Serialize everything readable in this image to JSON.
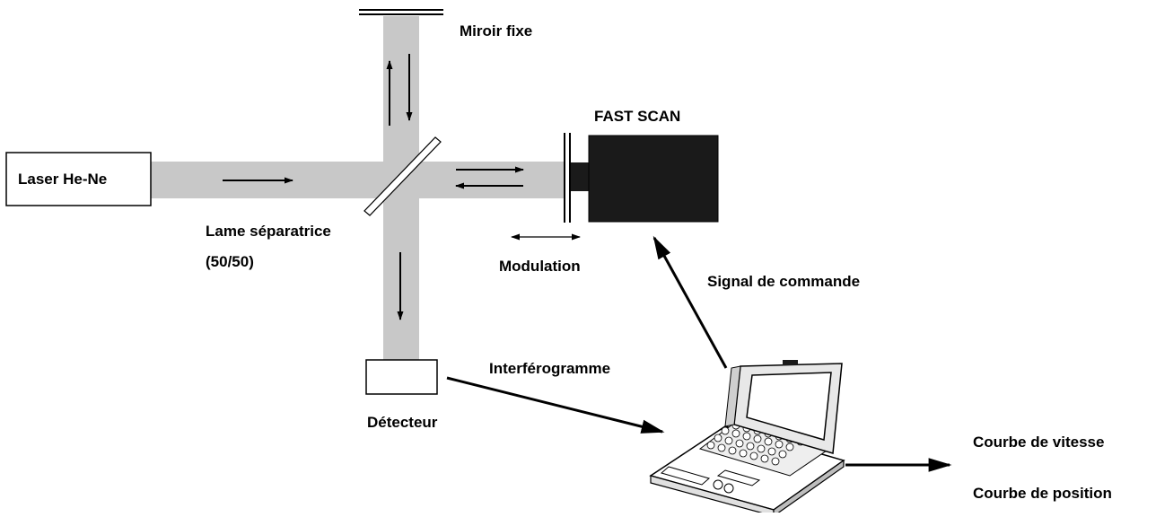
{
  "labels": {
    "laser": "Laser He-Ne",
    "fixed_mirror": "Miroir fixe",
    "fast_scan": "FAST SCAN",
    "beamsplitter_line1": "Lame séparatrice",
    "beamsplitter_line2": "(50/50)",
    "modulation": "Modulation",
    "command_signal": "Signal de commande",
    "interferogram": "Interférogramme",
    "detector": "Détecteur",
    "speed_curve": "Courbe de vitesse",
    "position_curve": "Courbe de position"
  },
  "colors": {
    "beam": "#c8c8c8",
    "scanner_body": "#1a1a1a",
    "ink": "#000000"
  }
}
